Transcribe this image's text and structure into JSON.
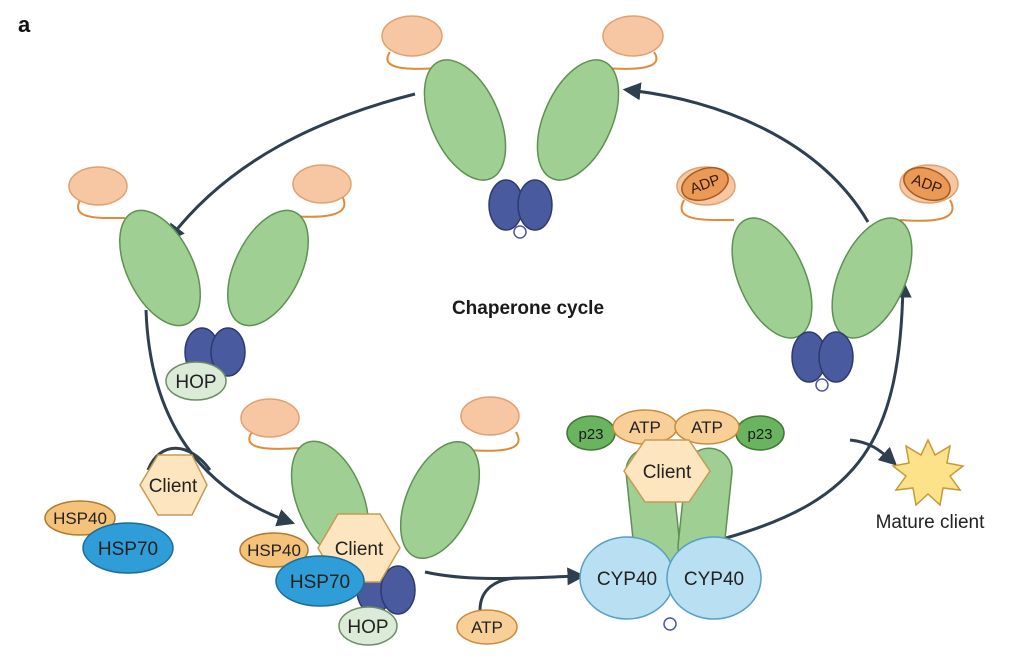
{
  "panel_label": "a",
  "cycle_title": "Chaperone cycle",
  "labels": {
    "hop": "HOP",
    "hsp40": "HSP40",
    "hsp70": "HSP70",
    "client": "Client",
    "atp": "ATP",
    "adp": "ADP",
    "p23": "p23",
    "cyp40": "CYP40",
    "mature_client": "Mature client"
  },
  "colors": {
    "nterm_peach": "#f6c7a2",
    "nterm_outline": "#e08a3a",
    "middle_green": "#9fcf92",
    "middle_outline": "#5e9153",
    "cterm_blue": "#4a5a9e",
    "hsp70_blue": "#2f9ed8",
    "hsp40_orange": "#f5c27a",
    "client_cream": "#fde6bf",
    "hop_pale": "#dcebd8",
    "cyp40_blue": "#b8dff2",
    "p23_green": "#6ab35f",
    "adp_orange": "#ea9a56",
    "atp_peach": "#f8cf96",
    "star_yellow": "#fde28a",
    "arrow_dark": "#2e3f4f"
  }
}
